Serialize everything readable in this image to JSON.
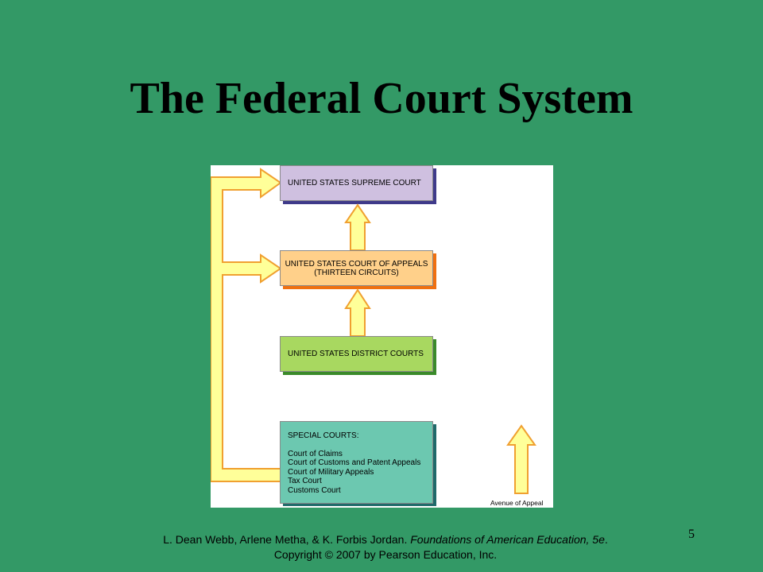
{
  "slide": {
    "title": "The Federal Court System",
    "number": "5"
  },
  "diagram": {
    "supreme_court": "UNITED STATES SUPREME COURT",
    "court_of_appeals": {
      "line1": "UNITED STATES COURT OF APPEALS",
      "line2": "(THIRTEEN CIRCUITS)"
    },
    "district_courts": "UNITED STATES DISTRICT COURTS",
    "special_courts": {
      "heading": "SPECIAL COURTS:",
      "items": [
        "Court of Claims",
        "Court of Customs and Patent Appeals",
        "Court of Military Appeals",
        "Tax Court",
        "Customs Court"
      ]
    },
    "legend_label": "Avenue of Appeal"
  },
  "colors": {
    "background": "#339966",
    "arrow_fill": "#ffff99",
    "arrow_stroke": "#f0a030",
    "supreme_fill": "#cfc0e0",
    "supreme_shadow": "#3f3a8a",
    "appeals_fill": "#ffd08a",
    "appeals_shadow": "#f07010",
    "district_fill": "#a8d860",
    "district_shadow": "#3a8a2a",
    "special_fill": "#6cc8b0",
    "special_shadow": "#1f6a6a"
  },
  "citation": {
    "authors": "L. Dean Webb, Arlene Metha, & K. Forbis Jordan.",
    "book_title": "Foundations of American Education, 5e",
    "copyright": ". Copyright © 2007 by Pearson Education, Inc."
  }
}
